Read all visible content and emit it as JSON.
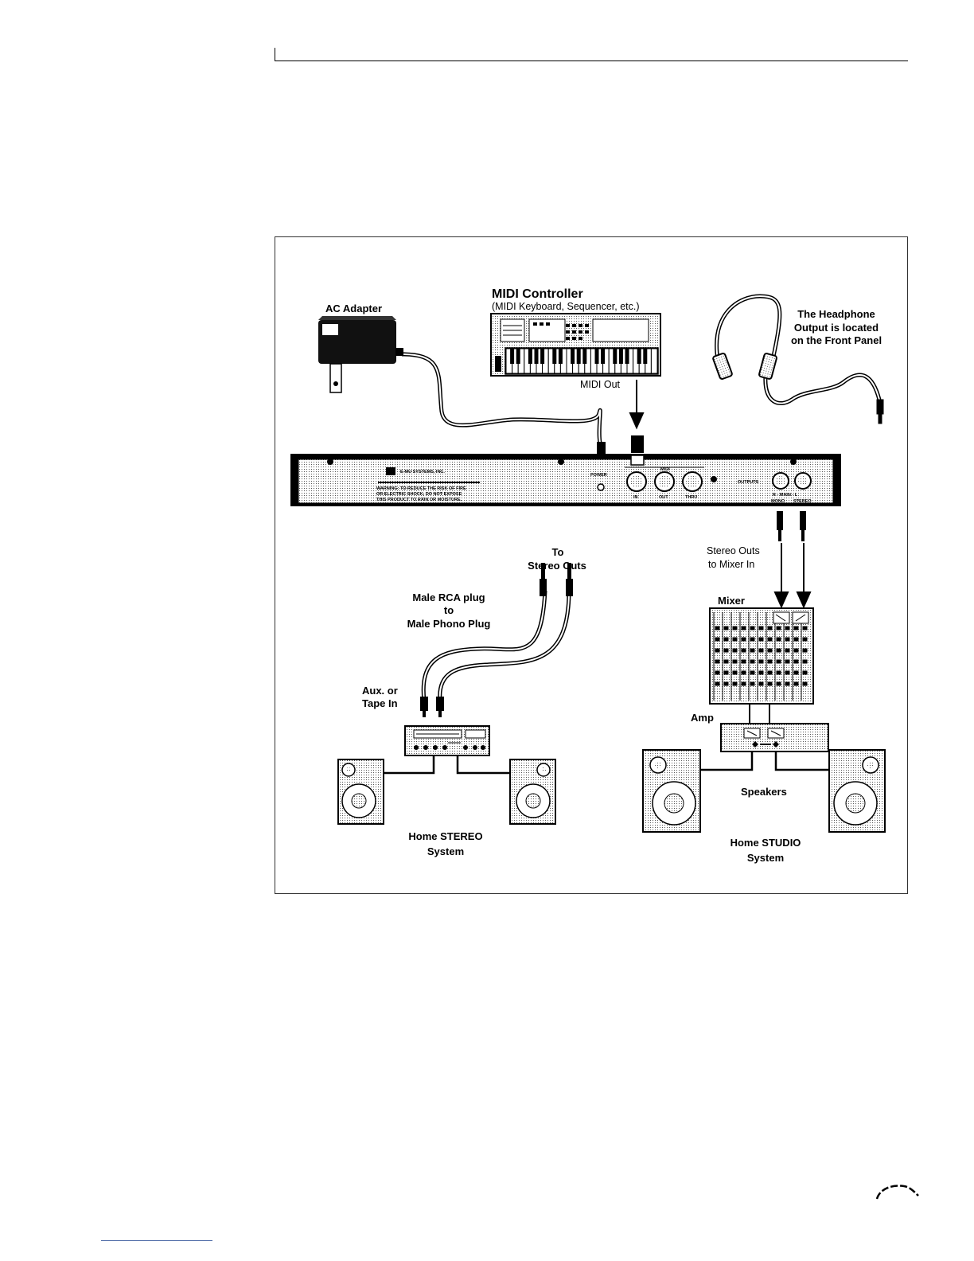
{
  "labels": {
    "midi_controller": "MIDI Controller",
    "midi_controller_sub": "(MIDI Keyboard, Sequencer, etc.)",
    "ac_adapter": "AC Adapter",
    "headphone_1": "The Headphone",
    "headphone_2": "Output is located",
    "headphone_3": "on the Front Panel",
    "midi_out": "MIDI Out",
    "to_1": "To",
    "to_2": "Stereo Outs",
    "rca_1": "Male RCA plug",
    "rca_2": "to",
    "rca_3": "Male Phono Plug",
    "aux_1": "Aux. or",
    "aux_2": "Tape In",
    "stereo_outs_1": "Stereo Outs",
    "stereo_outs_2": "to Mixer In",
    "mixer": "Mixer",
    "amp": "Amp",
    "speakers": "Speakers",
    "home_stereo_1": "Home STEREO",
    "home_stereo_2": "System",
    "home_studio_1": "Home STUDIO",
    "home_studio_2": "System"
  },
  "rear_panel": {
    "brand": "E-MU SYSTEMS, INC.",
    "warning_1": "WARNING: TO REDUCE THE RISK OF FIRE",
    "warning_2": "OR ELECTRIC SHOCK, DO NOT EXPOSE",
    "warning_3": "THIS PRODUCT TO RAIN OR MOISTURE.",
    "power": "POWER",
    "midi": "MIDI",
    "midi_in": "IN",
    "midi_out": "OUT",
    "midi_thru": "THRU",
    "outputs": "OUTPUTS",
    "out_r": "R - MAIN - L",
    "out_mono": "MONO",
    "out_stereo": "STEREO"
  }
}
